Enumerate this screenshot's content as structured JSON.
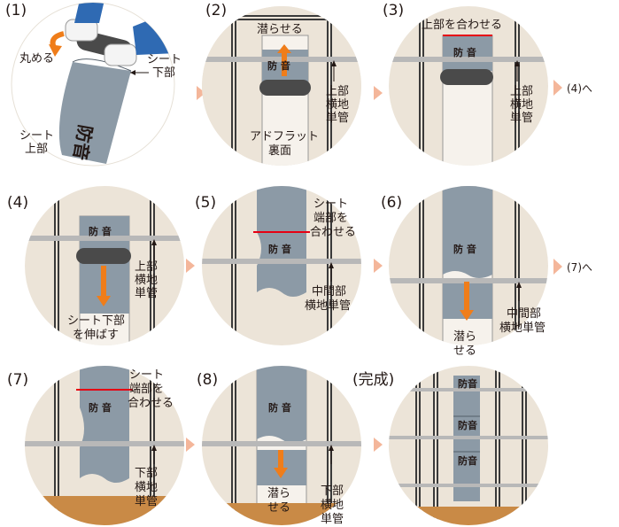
{
  "steps": [
    {
      "num": "(1)",
      "labels": {
        "roll": "丸める",
        "sheet_bottom_1": "シート",
        "sheet_bottom_2": "下部",
        "sheet_top_1": "シート",
        "sheet_top_2": "上部",
        "sheet_print": "防音"
      }
    },
    {
      "num": "(2)",
      "labels": {
        "slip": "潜らせる",
        "pipe_1": "上部",
        "pipe_2": "横地",
        "pipe_3": "単管",
        "adflat_1": "アドフラット",
        "adflat_2": "裏面",
        "sheet_print": "防 音"
      }
    },
    {
      "num": "(3)",
      "labels": {
        "align_top": "上部を合わせる",
        "pipe_1": "上部",
        "pipe_2": "横地",
        "pipe_3": "単管",
        "next": "(4)へ",
        "sheet_print": "防 音"
      }
    },
    {
      "num": "(4)",
      "labels": {
        "pipe_1": "上部",
        "pipe_2": "横地",
        "pipe_3": "単管",
        "extend_1": "シート下部",
        "extend_2": "を伸ばす",
        "sheet_print": "防 音"
      }
    },
    {
      "num": "(5)",
      "labels": {
        "align_1": "シート",
        "align_2": "端部を",
        "align_3": "合わせる",
        "mid_1": "中間部",
        "mid_2": "横地単管",
        "sheet_print": "防 音"
      }
    },
    {
      "num": "(6)",
      "labels": {
        "slip_1": "潜ら",
        "slip_2": "せる",
        "mid_1": "中間部",
        "mid_2": "横地単管",
        "next": "(7)へ",
        "sheet_print": "防 音"
      }
    },
    {
      "num": "(7)",
      "labels": {
        "align_1": "シート",
        "align_2": "端部を",
        "align_3": "合わせる",
        "low_1": "下部",
        "low_2": "横地",
        "low_3": "単管",
        "sheet_print": "防 音"
      }
    },
    {
      "num": "(8)",
      "labels": {
        "slip_1": "潜ら",
        "slip_2": "せる",
        "low_1": "下部",
        "low_2": "横地",
        "low_3": "単管",
        "sheet_print": "防 音"
      }
    },
    {
      "num": "(完成)",
      "labels": {
        "sheet_print_1": "防音",
        "sheet_print_2": "防音",
        "sheet_print_3": "防音"
      }
    }
  ],
  "colors": {
    "circle_bg": "#ece4d8",
    "sheet": "#8c9aa6",
    "pipe": "#3a3a3a",
    "arrow_orange": "#ef7d1a",
    "chevron": "#f4b69a",
    "red_mark": "#e60012",
    "ground": "#c98a46",
    "glove_blue": "#2f6ab3"
  }
}
